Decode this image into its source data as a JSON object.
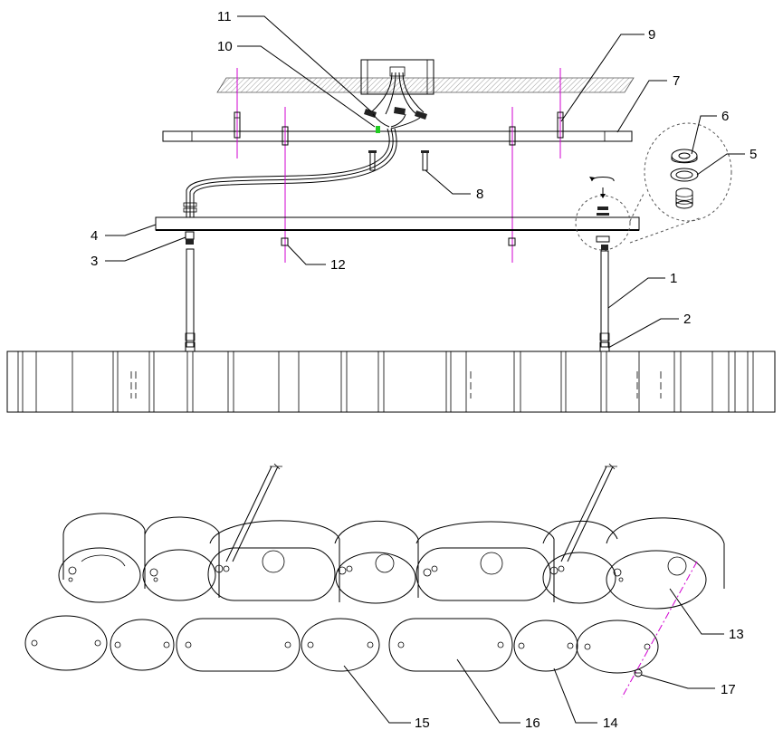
{
  "colors": {
    "line": "#000000",
    "guide": "#d100d1",
    "highlight": "#22cc22",
    "ceiling_hatch": "#888888"
  },
  "callouts": [
    {
      "id": "c1",
      "number": "1"
    },
    {
      "id": "c2",
      "number": "2"
    },
    {
      "id": "c3",
      "number": "3"
    },
    {
      "id": "c4",
      "number": "4"
    },
    {
      "id": "c5",
      "number": "5"
    },
    {
      "id": "c6",
      "number": "6"
    },
    {
      "id": "c7",
      "number": "7"
    },
    {
      "id": "c8",
      "number": "8"
    },
    {
      "id": "c9",
      "number": "9"
    },
    {
      "id": "c10",
      "number": "10"
    },
    {
      "id": "c11",
      "number": "11"
    },
    {
      "id": "c12",
      "number": "12"
    },
    {
      "id": "c13",
      "number": "13"
    },
    {
      "id": "c14",
      "number": "14"
    },
    {
      "id": "c15",
      "number": "15"
    },
    {
      "id": "c16",
      "number": "16"
    },
    {
      "id": "c17",
      "number": "17"
    }
  ],
  "icons": [
    "rotate-arrow-icon",
    "down-arrow-icon"
  ]
}
